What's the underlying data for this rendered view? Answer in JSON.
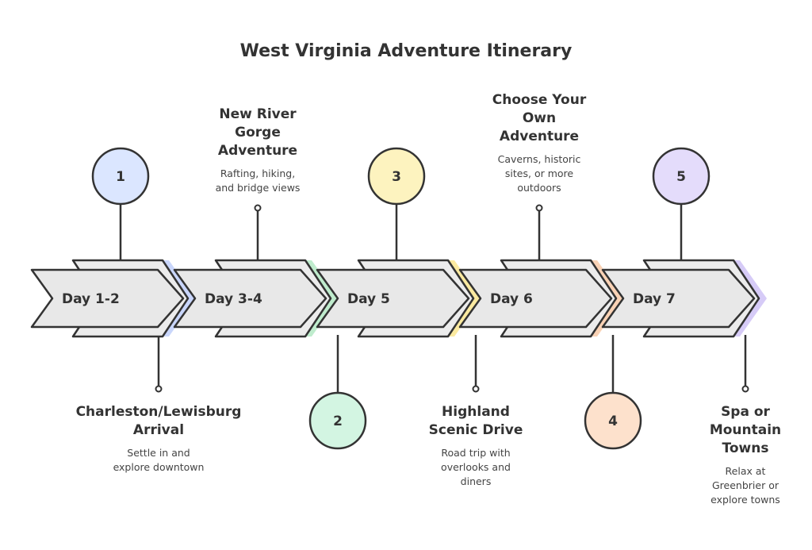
{
  "title": "West Virginia Adventure Itinerary",
  "steps": [
    {
      "day": "Day 1-2",
      "number": "1",
      "color": "#dbe6ff",
      "accent": "#c9d6fb",
      "title_lines": [
        "Charleston/Lewisburg",
        "Arrival"
      ],
      "desc_lines": [
        "Settle in and",
        "explore downtown"
      ]
    },
    {
      "day": "Day 3-4",
      "number": "2",
      "color": "#d3f5e2",
      "accent": "#bfeccd",
      "title_lines": [
        "New River",
        "Gorge",
        "Adventure"
      ],
      "desc_lines": [
        "Rafting, hiking,",
        "and bridge views"
      ]
    },
    {
      "day": "Day 5",
      "number": "3",
      "color": "#fdf3bf",
      "accent": "#fbeaa0",
      "title_lines": [
        "Highland",
        "Scenic Drive"
      ],
      "desc_lines": [
        "Road trip with",
        "overlooks and",
        "diners"
      ]
    },
    {
      "day": "Day 6",
      "number": "4",
      "color": "#fde1cc",
      "accent": "#f9d2b5",
      "title_lines": [
        "Choose Your",
        "Own",
        "Adventure"
      ],
      "desc_lines": [
        "Caverns, historic",
        "sites, or more",
        "outdoors"
      ]
    },
    {
      "day": "Day 7",
      "number": "5",
      "color": "#e4dcfb",
      "accent": "#d6cbf7",
      "title_lines": [
        "Spa or",
        "Mountain",
        "Towns"
      ],
      "desc_lines": [
        "Relax at",
        "Greenbrier or",
        "explore towns"
      ]
    }
  ]
}
